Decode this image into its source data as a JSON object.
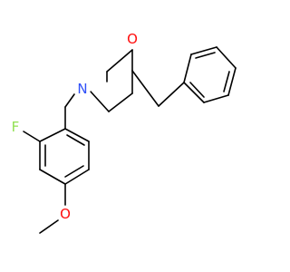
{
  "molecule": {
    "atoms": {
      "oxygen_ring": {
        "symbol": "O",
        "color": "#ff0d0d"
      },
      "nitrogen": {
        "symbol": "N",
        "color": "#3050f8"
      },
      "fluorine": {
        "symbol": "F",
        "color": "#90e050"
      },
      "oxygen_methoxy": {
        "symbol": "O",
        "color": "#ff0d0d"
      }
    },
    "bond_color": "#000000"
  }
}
